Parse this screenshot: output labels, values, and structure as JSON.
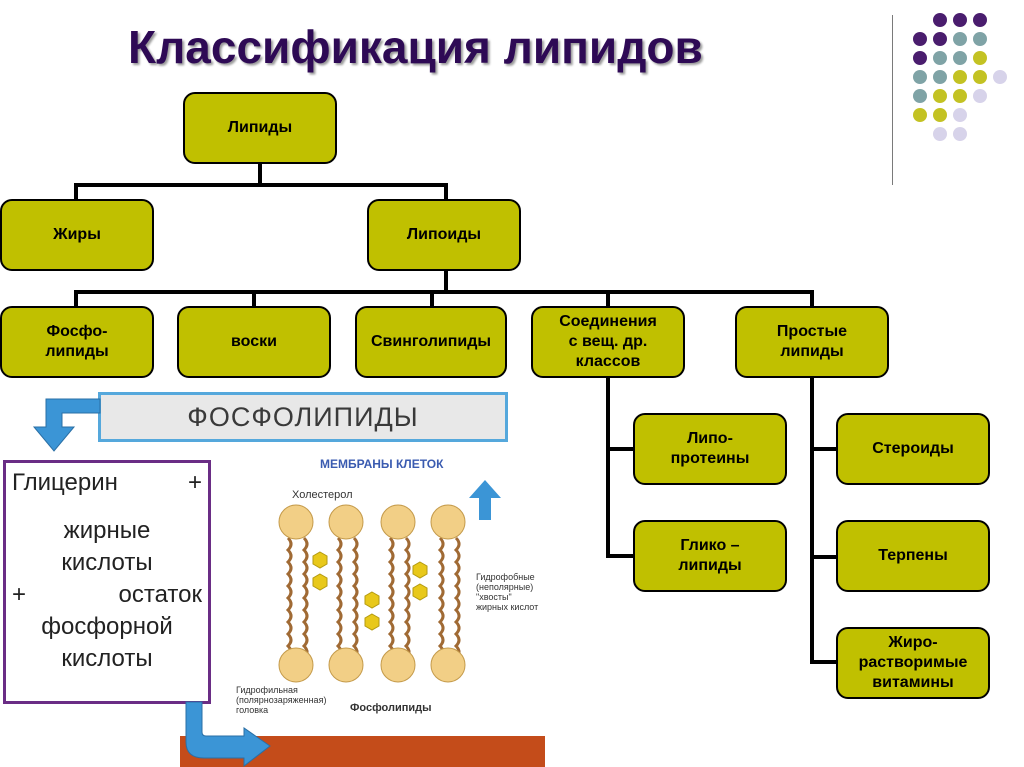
{
  "title": "Классификация липидов",
  "nodes": {
    "lipids": "Липиды",
    "fats": "Жиры",
    "lipoids": "Липоиды",
    "phospholipids": "Фосфо-\nлипиды",
    "waxes": "воски",
    "sphingolipids": "Свинголипиды",
    "compounds": "Соединения\nс вещ. др.\nклассов",
    "simple": "Простые\nлипиды",
    "lipoproteins": "Липо-\nпротеины",
    "glycolipids": "Глико –\nлипиды",
    "steroids": "Стероиды",
    "terpenes": "Терпены",
    "fat_soluble_vitamins": "Жиро-\nрастворимые\nвитамины"
  },
  "phospholipid_panel": {
    "heading": "ФОСФОЛИПИДЫ",
    "composition": {
      "line1_left": "Глицерин",
      "line1_right": "+",
      "line2": "жирные",
      "line3": "кислоты",
      "line4_left": "+",
      "line4_right": "остаток",
      "line5": "фосфорной",
      "line6": "кислоты"
    },
    "membrane": {
      "title": "МЕМБРАНЫ КЛЕТОК",
      "cholesterol": "Холестерол",
      "hydrophobic": "Гидрофобные\n(неполярные)\n\"хвосты\"\nжирных кислот",
      "hydrophilic": "Гидрофильная\n(полярнозаряженная)\nголовка",
      "phospholipids": "Фосфолипиды"
    }
  },
  "colors": {
    "title": "#2e0a55",
    "node_fill": "#c0c000",
    "dot_purple": "#4a1d6e",
    "dot_teal": "#7fa3a6",
    "dot_olive": "#c3c223",
    "dot_lavender": "#d7d3ea",
    "panel_border": "#55a8dc",
    "comp_border": "#6a2d85"
  }
}
